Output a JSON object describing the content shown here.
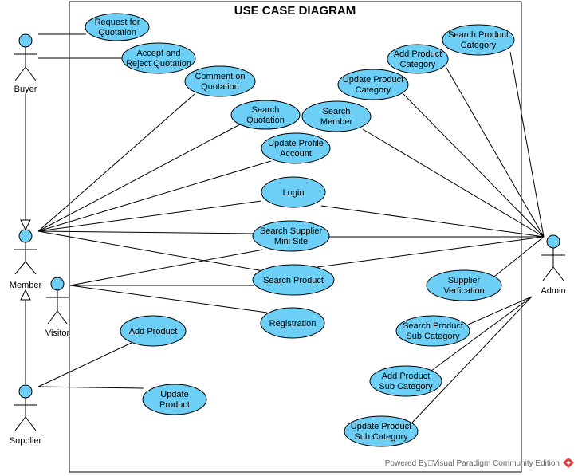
{
  "diagram": {
    "title": "USE CASE DIAGRAM",
    "footer": "Powered By⎕Visual Paradigm Community Edition"
  },
  "colors": {
    "usecase_fill": "#6ecff6",
    "usecase_stroke": "#000000",
    "line": "#000000",
    "actor_head_fill": "#6ecff6",
    "logo": "#e53935"
  },
  "actors": {
    "buyer": "Buyer",
    "member": "Member",
    "visitor": "Visitor",
    "supplier": "Supplier",
    "admin": "Admin"
  },
  "usecases": {
    "request_quotation": [
      "Request for",
      "Quotation"
    ],
    "accept_reject": [
      "Accept and",
      "Reject Quotation"
    ],
    "comment_quotation": [
      "Comment on",
      "Quotation"
    ],
    "search_quotation": [
      "Search",
      "Quotation"
    ],
    "update_profile": [
      "Update Profile",
      "Account"
    ],
    "login": [
      "Login"
    ],
    "search_supplier_site": [
      "Search Supplier",
      "Mini Site"
    ],
    "search_product": [
      "Search Product"
    ],
    "registration": [
      "Registration"
    ],
    "add_product": [
      "Add Product"
    ],
    "update_product": [
      "Update",
      "Product"
    ],
    "search_member": [
      "Search",
      "Member"
    ],
    "update_product_category": [
      "Update Product",
      "Category"
    ],
    "add_product_category": [
      "Add Product",
      "Category"
    ],
    "search_product_category": [
      "Search Product",
      "Category"
    ],
    "supplier_verification": [
      "Supplier",
      "Verfication"
    ],
    "search_product_subcategory": [
      "Search Product",
      "Sub Category"
    ],
    "add_product_subcategory": [
      "Add Product",
      "Sub Category"
    ],
    "update_product_subcategory": [
      "Update Product",
      "Sub Category"
    ]
  }
}
